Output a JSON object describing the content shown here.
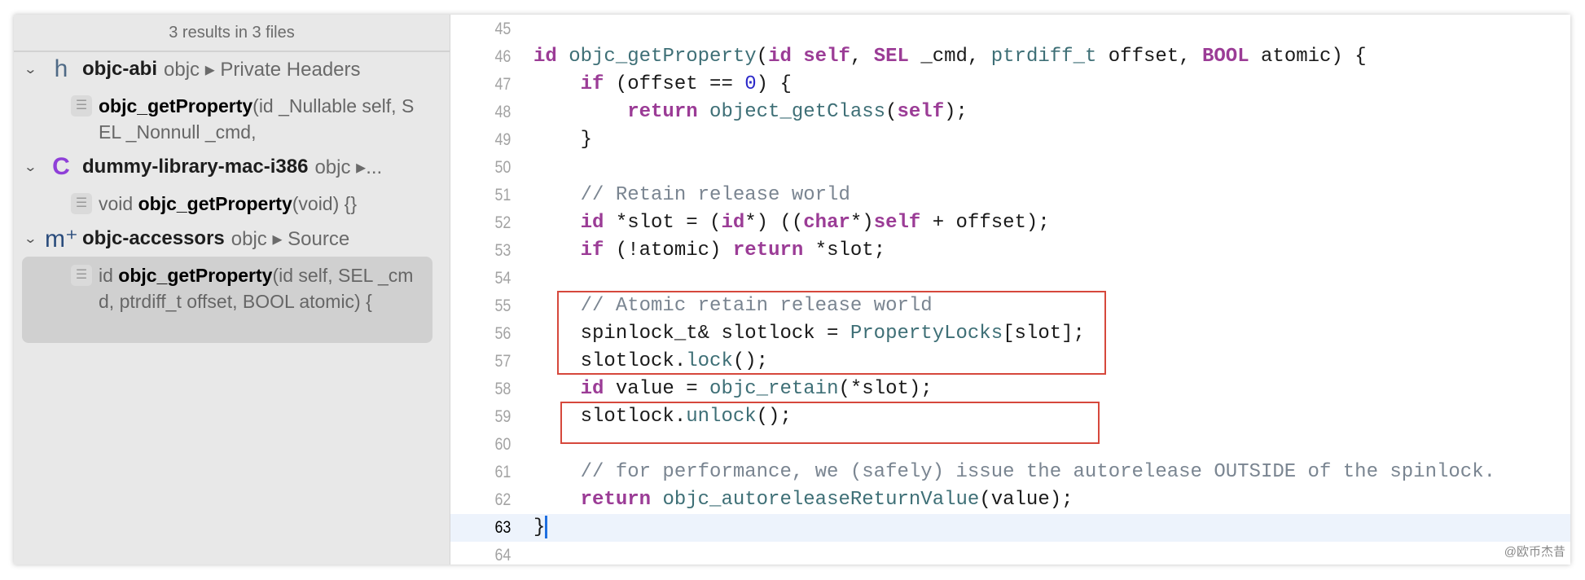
{
  "sidebar": {
    "header": "3 results in 3 files",
    "groups": [
      {
        "icon": "h",
        "name": "objc-abi",
        "path": "objc ▸ Private Headers",
        "result": {
          "prefix": "",
          "match": "objc_getProperty",
          "suffix": "(id _Nullable self, SEL _Nonnull _cmd,"
        }
      },
      {
        "icon": "C",
        "name": "dummy-library-mac-i386",
        "path": "objc ▸...",
        "result": {
          "prefix": "void ",
          "match": "objc_getProperty",
          "suffix": "(void) {}"
        }
      },
      {
        "icon": "m⁺",
        "name": "objc-accessors",
        "path": "objc ▸ Source",
        "result": {
          "prefix": "id ",
          "match": "objc_getProperty",
          "suffix": "(id self, SEL _cmd, ptrdiff_t offset, BOOL atomic) {"
        }
      }
    ]
  },
  "editor": {
    "current_line": 63,
    "lines": [
      {
        "n": "45",
        "tokens": []
      },
      {
        "n": "46",
        "tokens": [
          [
            "kw",
            "id"
          ],
          [
            "p",
            " "
          ],
          [
            "fn",
            "objc_getProperty"
          ],
          [
            "p",
            "("
          ],
          [
            "kw",
            "id"
          ],
          [
            "p",
            " "
          ],
          [
            "kw",
            "self"
          ],
          [
            "p",
            ", "
          ],
          [
            "kw",
            "SEL"
          ],
          [
            "p",
            " _cmd, "
          ],
          [
            "fn",
            "ptrdiff_t"
          ],
          [
            "p",
            " offset, "
          ],
          [
            "kw",
            "BOOL"
          ],
          [
            "p",
            " atomic) {"
          ]
        ]
      },
      {
        "n": "47",
        "tokens": [
          [
            "p",
            "    "
          ],
          [
            "kw",
            "if"
          ],
          [
            "p",
            " (offset == "
          ],
          [
            "num",
            "0"
          ],
          [
            "p",
            ") {"
          ]
        ]
      },
      {
        "n": "48",
        "tokens": [
          [
            "p",
            "        "
          ],
          [
            "kw",
            "return"
          ],
          [
            "p",
            " "
          ],
          [
            "fn",
            "object_getClass"
          ],
          [
            "p",
            "("
          ],
          [
            "kw",
            "self"
          ],
          [
            "p",
            ");"
          ]
        ]
      },
      {
        "n": "49",
        "tokens": [
          [
            "p",
            "    }"
          ]
        ]
      },
      {
        "n": "50",
        "tokens": []
      },
      {
        "n": "51",
        "tokens": [
          [
            "p",
            "    "
          ],
          [
            "cm",
            "// Retain release world"
          ]
        ]
      },
      {
        "n": "52",
        "tokens": [
          [
            "p",
            "    "
          ],
          [
            "kw",
            "id"
          ],
          [
            "p",
            " *slot = ("
          ],
          [
            "kw",
            "id"
          ],
          [
            "p",
            "*) (("
          ],
          [
            "kw",
            "char"
          ],
          [
            "p",
            "*)"
          ],
          [
            "kw",
            "self"
          ],
          [
            "p",
            " + offset);"
          ]
        ]
      },
      {
        "n": "53",
        "tokens": [
          [
            "p",
            "    "
          ],
          [
            "kw",
            "if"
          ],
          [
            "p",
            " (!atomic) "
          ],
          [
            "kw",
            "return"
          ],
          [
            "p",
            " *slot;"
          ]
        ]
      },
      {
        "n": "54",
        "tokens": []
      },
      {
        "n": "55",
        "tokens": [
          [
            "p",
            "    "
          ],
          [
            "cm",
            "// Atomic retain release world"
          ]
        ]
      },
      {
        "n": "56",
        "tokens": [
          [
            "p",
            "    spinlock_t& slotlock = "
          ],
          [
            "fn",
            "PropertyLocks"
          ],
          [
            "p",
            "[slot];"
          ]
        ]
      },
      {
        "n": "57",
        "tokens": [
          [
            "p",
            "    slotlock."
          ],
          [
            "fn",
            "lock"
          ],
          [
            "p",
            "();"
          ]
        ]
      },
      {
        "n": "58",
        "tokens": [
          [
            "p",
            "    "
          ],
          [
            "kw",
            "id"
          ],
          [
            "p",
            " value = "
          ],
          [
            "fn",
            "objc_retain"
          ],
          [
            "p",
            "(*slot);"
          ]
        ]
      },
      {
        "n": "59",
        "tokens": [
          [
            "p",
            "    slotlock."
          ],
          [
            "fn",
            "unlock"
          ],
          [
            "p",
            "();"
          ]
        ]
      },
      {
        "n": "60",
        "tokens": []
      },
      {
        "n": "61",
        "tokens": [
          [
            "p",
            "    "
          ],
          [
            "cm",
            "// for performance, we (safely) issue the autorelease OUTSIDE of the spinlock."
          ]
        ]
      },
      {
        "n": "62",
        "tokens": [
          [
            "p",
            "    "
          ],
          [
            "kw",
            "return"
          ],
          [
            "p",
            " "
          ],
          [
            "fn",
            "objc_autoreleaseReturnValue"
          ],
          [
            "p",
            "(value);"
          ]
        ]
      },
      {
        "n": "63",
        "tokens": [
          [
            "p",
            "}"
          ]
        ]
      },
      {
        "n": "64",
        "tokens": []
      }
    ]
  },
  "colors": {
    "keyword": "#9b3c96",
    "function": "#3e6f76",
    "comment": "#7a8591",
    "number": "#2c29c9",
    "annotation": "#d6483c",
    "current_line": "#edf3fc"
  },
  "watermark": "@欧币杰昔"
}
